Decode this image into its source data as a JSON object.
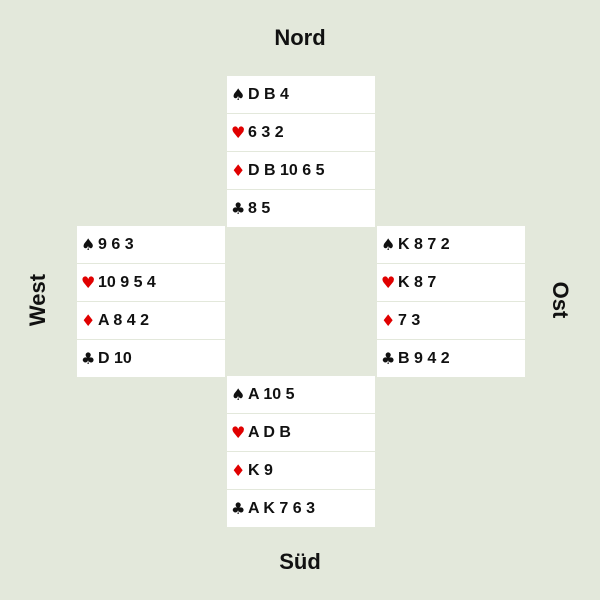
{
  "directions": {
    "north": "Nord",
    "south": "Süd",
    "west": "West",
    "east": "Ost"
  },
  "suits": {
    "spades": {
      "symbol": "♠",
      "color": "#111111"
    },
    "hearts": {
      "symbol": "♥",
      "color": "#e00000"
    },
    "diamonds": {
      "symbol": "♦",
      "color": "#e00000"
    },
    "clubs": {
      "symbol": "♣",
      "color": "#111111"
    }
  },
  "hands": {
    "north": {
      "spades": "D B 4",
      "hearts": "6 3 2",
      "diamonds": "D B 10 6 5",
      "clubs": "8 5"
    },
    "west": {
      "spades": "9 6 3",
      "hearts": "10 9 5 4",
      "diamonds": "A 8 4 2",
      "clubs": "D 10"
    },
    "east": {
      "spades": "K 8 7 2",
      "hearts": "K 8 7",
      "diamonds": "7 3",
      "clubs": "B 9 4 2"
    },
    "south": {
      "spades": "A 10 5",
      "hearts": "A D B",
      "diamonds": "K 9",
      "clubs": "A K 7 6 3"
    }
  }
}
